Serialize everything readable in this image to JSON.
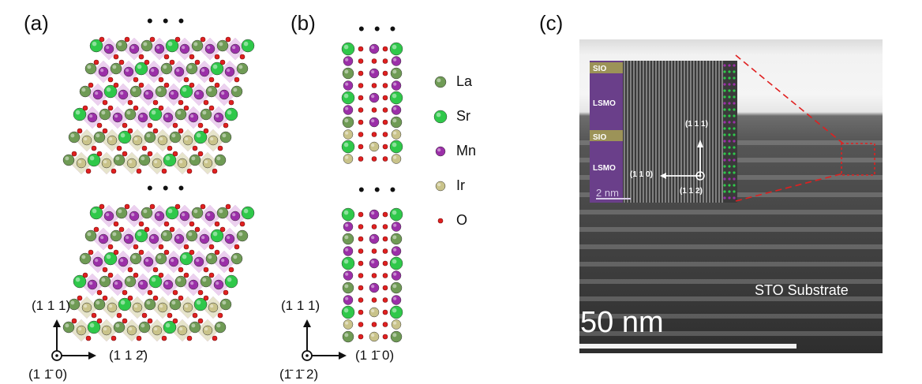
{
  "panels": {
    "a": {
      "label": "(a)"
    },
    "b": {
      "label": "(b)"
    },
    "c": {
      "label": "(c)"
    }
  },
  "ellipsis": "• • •",
  "legend": [
    {
      "name": "La",
      "color": "#6f9b55"
    },
    {
      "name": "Sr",
      "color": "#2fc84a"
    },
    {
      "name": "Mn",
      "color": "#9b2fa8"
    },
    {
      "name": "Ir",
      "color": "#c9c38a"
    },
    {
      "name": "O",
      "color": "#e02020"
    }
  ],
  "axes_a": {
    "up": "(1 1 1)",
    "right": "(1 1 2̄)",
    "out": "(1 1̄ 0)"
  },
  "axes_b": {
    "up": "(1 1 1)",
    "right": "(1 1̄ 0)",
    "out": "(1̄ 1̄ 2)"
  },
  "micrograph": {
    "substrate_label": "STO Substrate",
    "scale_label": "50 nm",
    "inset": {
      "layer_sio_1": "SIO",
      "layer_lsmo_1": "LSMO",
      "layer_sio_2": "SIO",
      "layer_lsmo_2": "LSMO",
      "dir_up": "(1 1 1)",
      "dir_left": "(1 1 0)",
      "dir_out": "(1 1 2)",
      "scale": "2 nm"
    }
  },
  "colors": {
    "highlight_box": "#e02020"
  }
}
